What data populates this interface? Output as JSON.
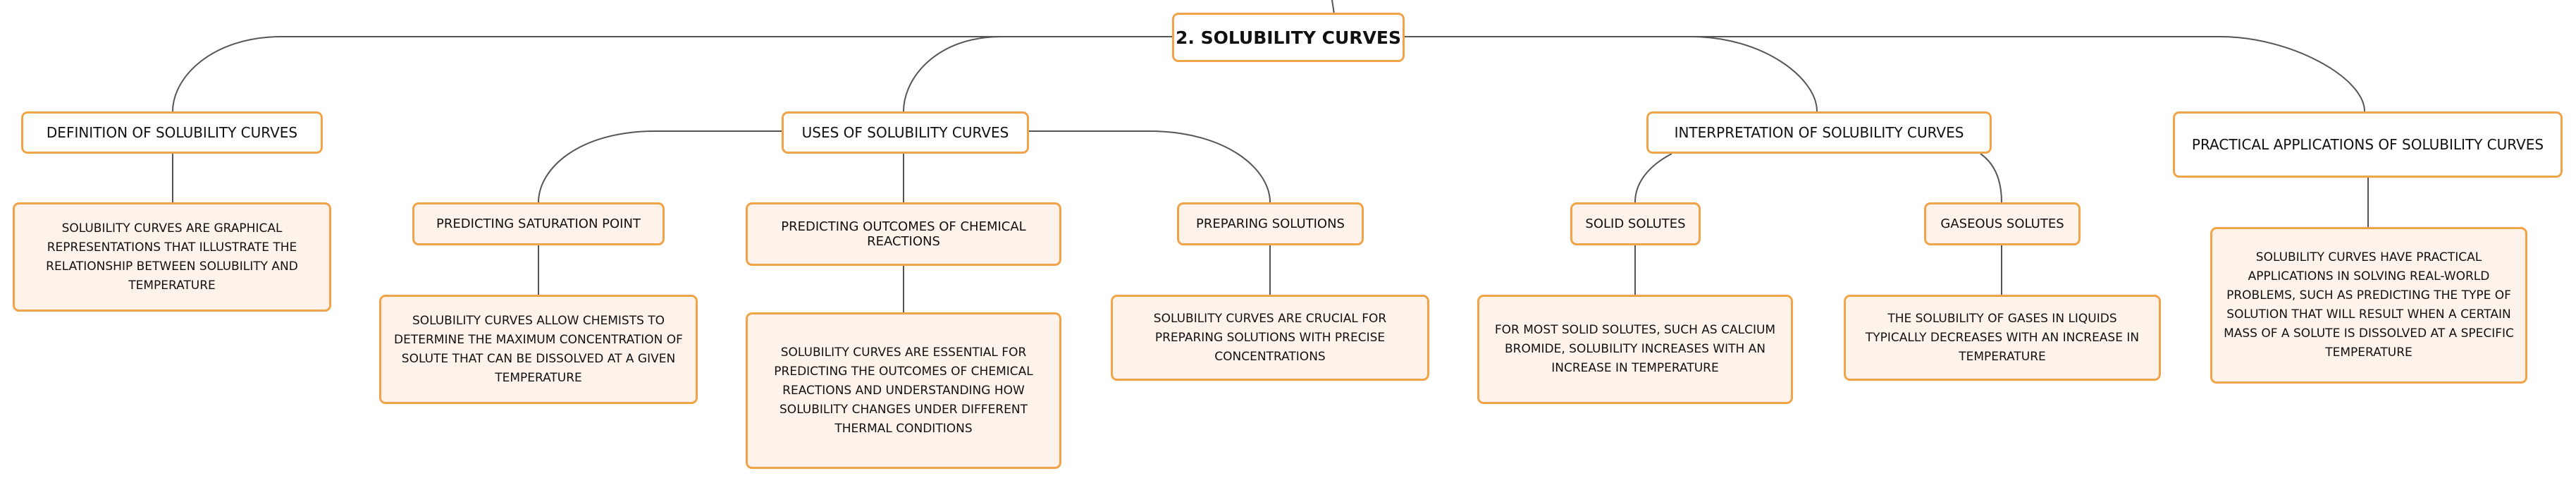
{
  "root": {
    "title": "2. SOLUBILITY CURVES"
  },
  "branches": [
    {
      "label": "DEFINITION OF SOLUBILITY CURVES",
      "detail": "SOLUBILITY CURVES ARE GRAPHICAL REPRESENTATIONS THAT ILLUSTRATE THE RELATIONSHIP BETWEEN SOLUBILITY AND TEMPERATURE"
    },
    {
      "label": "USES OF SOLUBILITY CURVES",
      "children": [
        {
          "label": "PREDICTING SATURATION POINT",
          "detail": "SOLUBILITY CURVES ALLOW CHEMISTS TO DETERMINE THE MAXIMUM CONCENTRATION OF SOLUTE THAT CAN BE DISSOLVED AT A GIVEN TEMPERATURE"
        },
        {
          "label": "PREDICTING OUTCOMES OF CHEMICAL REACTIONS",
          "detail": "SOLUBILITY CURVES ARE ESSENTIAL FOR PREDICTING THE OUTCOMES OF CHEMICAL REACTIONS AND UNDERSTANDING HOW SOLUBILITY CHANGES UNDER DIFFERENT THERMAL CONDITIONS"
        },
        {
          "label": "PREPARING SOLUTIONS",
          "detail": "SOLUBILITY CURVES ARE CRUCIAL FOR PREPARING SOLUTIONS WITH PRECISE CONCENTRATIONS"
        }
      ]
    },
    {
      "label": "INTERPRETATION OF SOLUBILITY CURVES",
      "children": [
        {
          "label": "SOLID SOLUTES",
          "detail": "FOR MOST SOLID SOLUTES, SUCH AS CALCIUM BROMIDE, SOLUBILITY INCREASES WITH AN INCREASE IN TEMPERATURE"
        },
        {
          "label": "GASEOUS SOLUTES",
          "detail": "THE SOLUBILITY OF GASES IN LIQUIDS TYPICALLY DECREASES WITH AN INCREASE IN TEMPERATURE"
        }
      ]
    },
    {
      "label": "PRACTICAL APPLICATIONS OF SOLUBILITY CURVES",
      "detail": "SOLUBILITY CURVES HAVE PRACTICAL APPLICATIONS IN SOLVING REAL-WORLD PROBLEMS, SUCH AS PREDICTING THE TYPE OF SOLUTION THAT WILL RESULT WHEN A CERTAIN MASS OF A SOLUTE IS DISSOLVED AT A SPECIFIC TEMPERATURE"
    }
  ],
  "colors": {
    "border": "#f0a348",
    "fill": "#fdf3ea",
    "line": "#555555"
  }
}
